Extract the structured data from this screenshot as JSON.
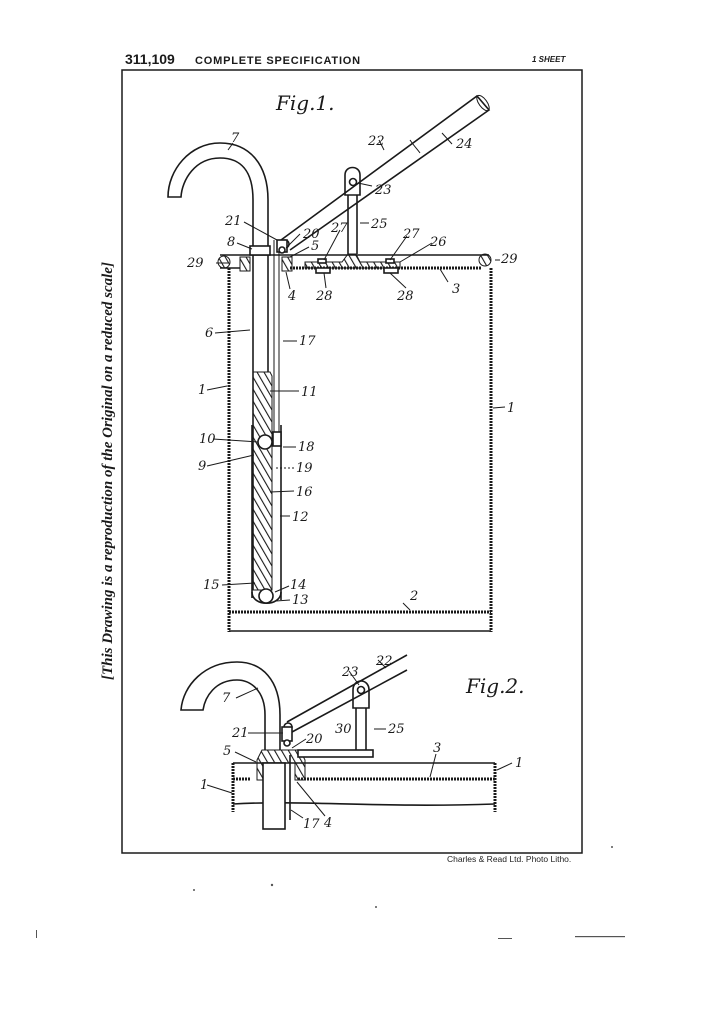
{
  "header": {
    "patent_number": "311,109",
    "title": "COMPLETE SPECIFICATION",
    "sheet": "1 SHEET"
  },
  "side_note": "[This Drawing is a reproduction of the Original on a reduced scale]",
  "footer": "Charles & Read Ltd. Photo Litho.",
  "fig1": {
    "title": "Fig.1.",
    "labels": {
      "l7": "7",
      "l22": "22",
      "l24": "24",
      "l23": "23",
      "l21": "21",
      "l20": "20",
      "l27a": "27",
      "l25": "25",
      "l27b": "27",
      "l26": "26",
      "l8": "8",
      "l5": "5",
      "l29a": "29",
      "l29b": "29",
      "l4": "4",
      "l28a": "28",
      "l28b": "28",
      "l3": "3",
      "l6": "6",
      "l17": "17",
      "l1a": "1",
      "l1b": "1",
      "l11": "11",
      "l10": "10",
      "l18": "18",
      "l9": "9",
      "l19": "19",
      "l16": "16",
      "l12": "12",
      "l15": "15",
      "l14": "14",
      "l13": "13",
      "l2": "2"
    }
  },
  "fig2": {
    "title": "Fig.2.",
    "labels": {
      "l23": "23",
      "l22": "22",
      "l7": "7",
      "l25": "25",
      "l21": "21",
      "l20": "20",
      "l30": "30",
      "l5": "5",
      "l3": "3",
      "l1a": "1",
      "l1b": "1",
      "l17": "17",
      "l4": "4"
    }
  }
}
